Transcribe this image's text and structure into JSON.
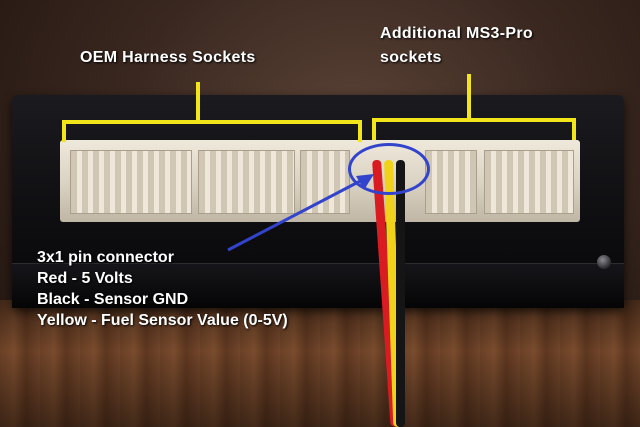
{
  "annotations": {
    "oem_label": "OEM Harness Sockets",
    "additional_label_line1": "Additional MS3-Pro",
    "additional_label_line2": "sockets",
    "notes": [
      "3x1 pin connector",
      "Red - 5 Volts",
      "Black - Sensor GND",
      "Yellow - Fuel Sensor Value (0-5V)"
    ]
  },
  "colors": {
    "annotation_yellow": "#f2e61a",
    "highlight_blue": "#3344cc",
    "wire_red": "#d81c22",
    "wire_yellow": "#f0d21a",
    "wire_black": "#151515"
  },
  "icons": [
    "arrow-icon",
    "highlight-circle-icon",
    "bracket-icon"
  ]
}
